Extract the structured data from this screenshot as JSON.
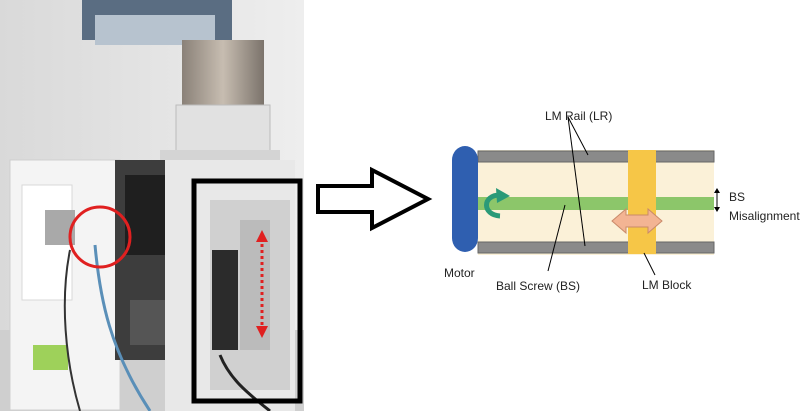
{
  "diagram": {
    "labels": {
      "lm_rail": "LM Rail (LR)",
      "bs_misalignment_line1": "BS",
      "bs_misalignment_line2": "Misalignment",
      "motor": "Motor",
      "ball_screw": "Ball Screw (BS)",
      "lm_block": "LM Block"
    },
    "colors": {
      "motor": "#2f5fb0",
      "rail": "#8a8a8a",
      "ball_screw": "#8cc66a",
      "lm_block": "#f6c647",
      "background": "#fbf1d8",
      "rotation_arrow": "#2a9a78",
      "double_arrow": "#f3b493",
      "callout_red": "#e02020"
    }
  }
}
